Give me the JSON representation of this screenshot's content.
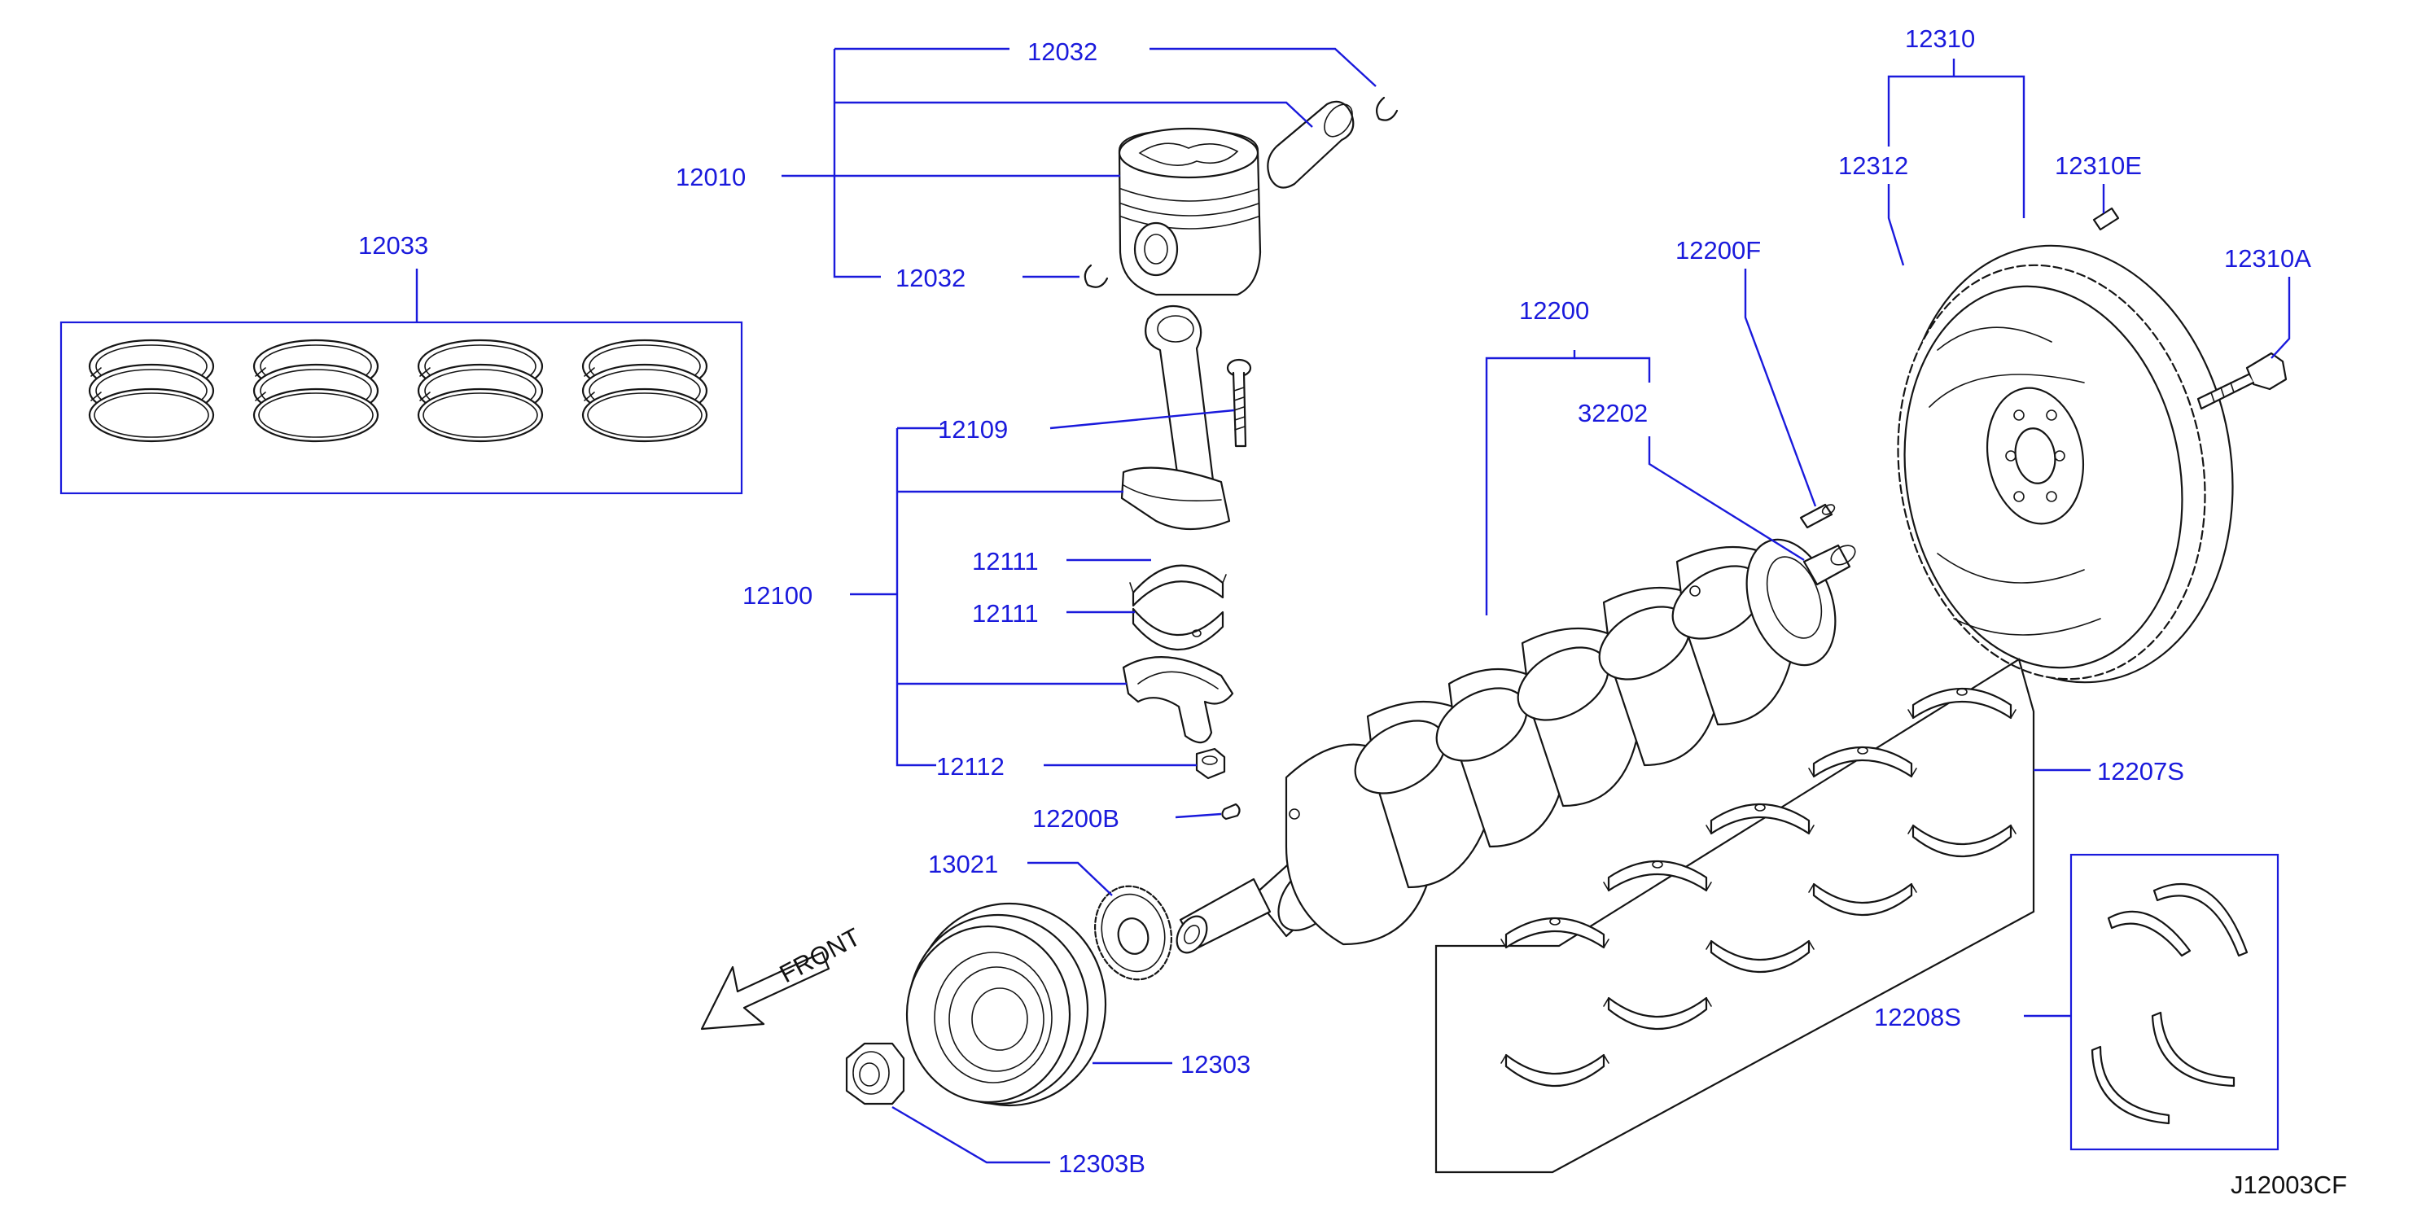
{
  "diagram_id": "J12003CF",
  "direction_label": "FRONT",
  "accent_color": "#1a1adc",
  "line_color": "#151515",
  "callouts": {
    "c12032_top": "12032",
    "c12032_bot": "12032",
    "c12010": "12010",
    "c12033": "12033",
    "c12109": "12109",
    "c12100": "12100",
    "c12111_a": "12111",
    "c12111_b": "12111",
    "c12112": "12112",
    "c12200B": "12200B",
    "c13021": "13021",
    "c12303": "12303",
    "c12303B": "12303B",
    "c12200": "12200",
    "c32202": "32202",
    "c12200F": "12200F",
    "c12310": "12310",
    "c12312": "12312",
    "c12310E": "12310E",
    "c12310A": "12310A",
    "c12207S": "12207S",
    "c12208S": "12208S"
  }
}
